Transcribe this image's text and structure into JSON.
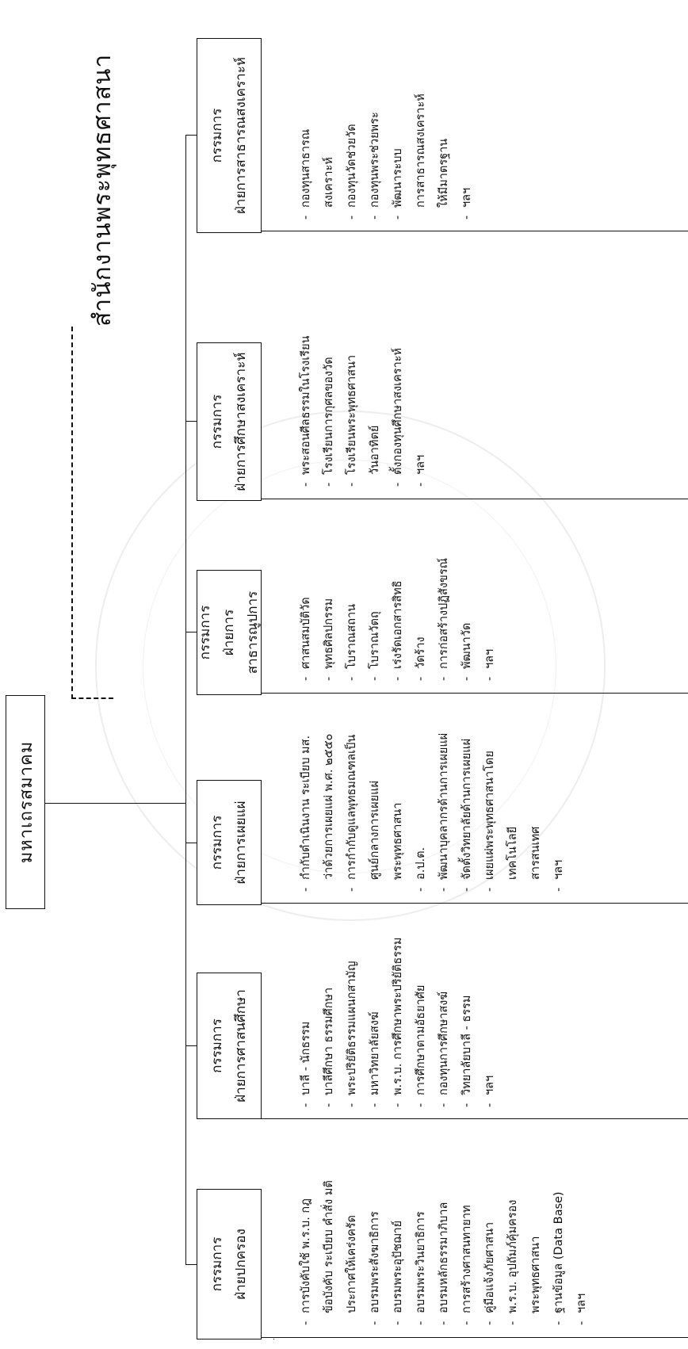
{
  "root": {
    "label": "มหาเถรสมาคม"
  },
  "office": {
    "label": "สำนักงานพระพุทธศาสนา"
  },
  "departments": [
    {
      "line1": "กรรมการ",
      "line2": "ฝ่ายปกครอง",
      "items": [
        {
          "t": "การบังคับใช้ พ.ร.บ. กฎ",
          "c": false
        },
        {
          "t": "ข้อบังคับ ระเบียบ คำสั่ง มติ",
          "c": true
        },
        {
          "t": "ประกาศให้เคร่งครัด",
          "c": true
        },
        {
          "t": "อบรมพระสังฆาธิการ",
          "c": false
        },
        {
          "t": "อบรมพระอุปัชฌาย์",
          "c": false
        },
        {
          "t": "อบรมพระวินยาธิการ",
          "c": false
        },
        {
          "t": "อบรมหลักธรรมาภิบาล",
          "c": false
        },
        {
          "t": "การสร้างศาสนทายาท",
          "c": false
        },
        {
          "t": "คู่มือแจ้งภัยศาสนา",
          "c": false
        },
        {
          "t": "พ.ร.บ. อุปถัมภ์คุ้มครอง",
          "c": false
        },
        {
          "t": "พระพุทธศาสนา",
          "c": true
        },
        {
          "t": "ฐานข้อมูล (Data Base)",
          "c": false
        },
        {
          "t": "ฯลฯ",
          "c": false
        }
      ]
    },
    {
      "line1": "กรรมการ",
      "line2": "ฝ่ายการศาสนศึกษา",
      "items": [
        {
          "t": "บาลี - นักธรรม",
          "c": false
        },
        {
          "t": "บาลีศึกษา ธรรมศึกษา",
          "c": false
        },
        {
          "t": "พระปริยัติธรรมแผนกสามัญ",
          "c": false
        },
        {
          "t": "มหาวิทยาลัยสงฆ์",
          "c": false
        },
        {
          "t": "พ.ร.บ. การศึกษาพระปริยัติธรรม",
          "c": false
        },
        {
          "t": "การศึกษาตามอัธยาศัย",
          "c": false
        },
        {
          "t": "กองทุนการศึกษาสงฆ์",
          "c": false
        },
        {
          "t": "วิทยาลัยบาลี - ธรรม",
          "c": false
        },
        {
          "t": "ฯลฯ",
          "c": false
        }
      ]
    },
    {
      "line1": "กรรมการ",
      "line2": "ฝ่ายการเผยแผ่",
      "items": [
        {
          "t": "กำกับดำเนินงาน ระเบียบ มส.",
          "c": false
        },
        {
          "t": "ว่าด้วยการเผยแผ่ พ.ศ. ๒๕๕๐",
          "c": true
        },
        {
          "t": "การกำกับดูแลพุทธมณฑลเป็น",
          "c": false
        },
        {
          "t": "ศูนย์กลางการเผยแผ่",
          "c": true
        },
        {
          "t": "พระพุทธศาสนา",
          "c": true
        },
        {
          "t": "อ.ป.ต.",
          "c": false
        },
        {
          "t": "พัฒนาบุคลากรด้านการเผยแผ่",
          "c": false
        },
        {
          "t": "จัดตั้งวิทยาลัยด้านการเผยแผ่",
          "c": false
        },
        {
          "t": "เผยแผ่พระพุทธศาสนาโดย",
          "c": false
        },
        {
          "t": "เทคโนโลยี",
          "c": true
        },
        {
          "t": "สารสนเทศ",
          "c": true
        },
        {
          "t": "ฯลฯ",
          "c": false
        }
      ]
    },
    {
      "line1": "กรรมการ",
      "line2": "ฝ่ายการสาธารณูปการ",
      "items": [
        {
          "t": "ศาสนสมบัติวัด",
          "c": false
        },
        {
          "t": "พุทธศิลปกรรม",
          "c": false
        },
        {
          "t": "โบราณสถาน",
          "c": false
        },
        {
          "t": "โบราณวัตถุ",
          "c": false
        },
        {
          "t": "เร่งรัดเอกสารสิทธิ",
          "c": false
        },
        {
          "t": "วัดร้าง",
          "c": false
        },
        {
          "t": "การก่อสร้างปฏิสังขรณ์",
          "c": false
        },
        {
          "t": "พัฒนาวัด",
          "c": false
        },
        {
          "t": "ฯลฯ",
          "c": false
        }
      ]
    },
    {
      "line1": "กรรมการ",
      "line2": "ฝ่ายการศึกษาสงเคราะห์",
      "items": [
        {
          "t": "พระสอนศีลธรรมในโรงเรียน",
          "c": false
        },
        {
          "t": "โรงเรียนการกุศลของวัด",
          "c": false
        },
        {
          "t": "โรงเรียนพระพุทธศาสนา",
          "c": false
        },
        {
          "t": "วันอาทิตย์",
          "c": true
        },
        {
          "t": "ตั้งกองทุนศึกษาสงเคราะห์",
          "c": false
        },
        {
          "t": "ฯลฯ",
          "c": false
        }
      ]
    },
    {
      "line1": "กรรมการ",
      "line2": "ฝ่ายการสาธารณสงเคราะห์",
      "items": [
        {
          "t": "กองทุนสาธารณ",
          "c": false
        },
        {
          "t": "สงเคราะห์",
          "c": true
        },
        {
          "t": "กองทุนวัดช่วยวัด",
          "c": false
        },
        {
          "t": "กองทุนพระช่วยพระ",
          "c": false
        },
        {
          "t": "พัฒนาระบบ",
          "c": false
        },
        {
          "t": "การสาธารณสงเคราะห์",
          "c": true
        },
        {
          "t": "ให้มีมาตรฐาน",
          "c": true
        },
        {
          "t": "ฯลฯ",
          "c": false
        }
      ]
    }
  ]
}
